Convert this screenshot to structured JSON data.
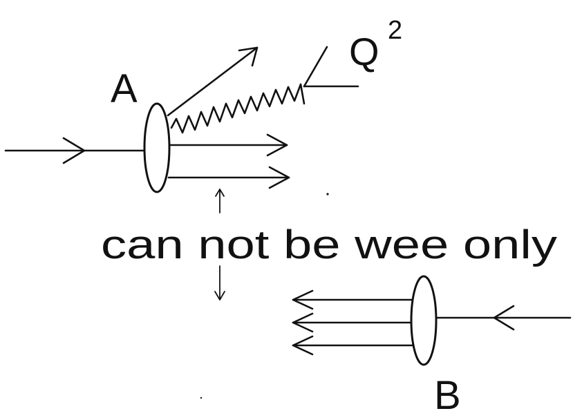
{
  "diagram": {
    "label_a": "A",
    "label_b": "B",
    "label_q": "Q",
    "label_q_exp": "2",
    "caption": "can not be wee only"
  },
  "colors": {
    "ink": "#111111",
    "background": "#ffffff"
  }
}
